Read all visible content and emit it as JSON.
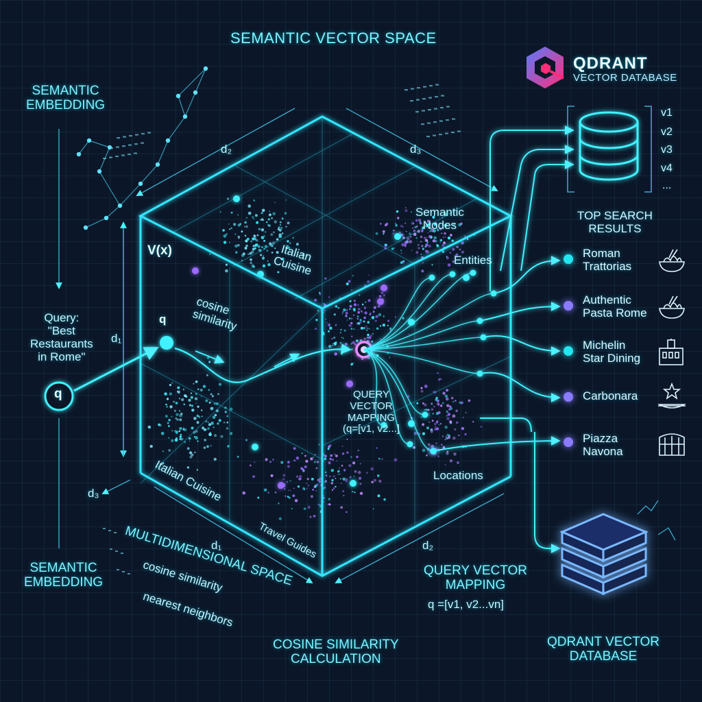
{
  "title": "SEMANTIC VECTOR SPACE",
  "brand": {
    "name": "QDRANT",
    "subtitle": "VECTOR DATABASE"
  },
  "left": {
    "top_label": "SEMANTIC\nEMBEDDING",
    "query": "Query:\n\"Best\nRestaurants\nin Rome\"",
    "bottom_label": "SEMANTIC\nEMBEDDING",
    "query_symbol": "q"
  },
  "cube": {
    "vx": "V(x)",
    "q_point": "q",
    "cosine_similarity": "cosine\nsimilarity",
    "italian_top": "Italian\nCuisine",
    "semantic_nodes": "Semantic\nNodes",
    "entities": "Entities",
    "query_vector_mapping": "QUERY\nVECTOR\nMAPPING\n(q=[v1, v2...]",
    "locations": "Locations",
    "italian_bottom": "Italian Cuisine",
    "travel_guides": "Travel Guides"
  },
  "axes": {
    "d1_top": "d₂",
    "d3_top": "d₃",
    "d1_left": "d₁",
    "d3_left": "d₃",
    "d1_bottom": "d₁",
    "d2_bottom": "d₂"
  },
  "multidim": {
    "title": "MULTIDIMENSIONAL SPACE",
    "items": [
      "cosine similarity",
      "nearest neighbors"
    ]
  },
  "bottom": {
    "cosine_calc": "COSINE SIMILARITY\nCALCULATION",
    "qvm_title": "QUERY VECTOR\nMAPPING",
    "qvm_formula": "q =[v1, v2...vn]"
  },
  "vectors": [
    "v1",
    "v2",
    "v3",
    "v4",
    "..."
  ],
  "results_title": "TOP SEARCH\nRESULTS",
  "results": [
    {
      "label": "Roman\nTrattorias",
      "icon": "pasta-bowl-icon",
      "color": "#22e6f0"
    },
    {
      "label": "Authentic\nPasta Rome",
      "icon": "pasta-bowl-icon",
      "color": "#8a7bff"
    },
    {
      "label": "Michelin\nStar Dining",
      "icon": "building-icon",
      "color": "#22e6f0"
    },
    {
      "label": "Carbonara",
      "icon": "star-dish-icon",
      "color": "#8a7bff"
    },
    {
      "label": "Piazza\nNavona",
      "icon": "colosseum-icon",
      "color": "#8a7bff"
    }
  ],
  "db_bottom_label": "QDRANT VECTOR\nDATABASE",
  "colors": {
    "cyan": "#00e5ff",
    "violet": "#9b6bff",
    "background": "#0b1728"
  }
}
